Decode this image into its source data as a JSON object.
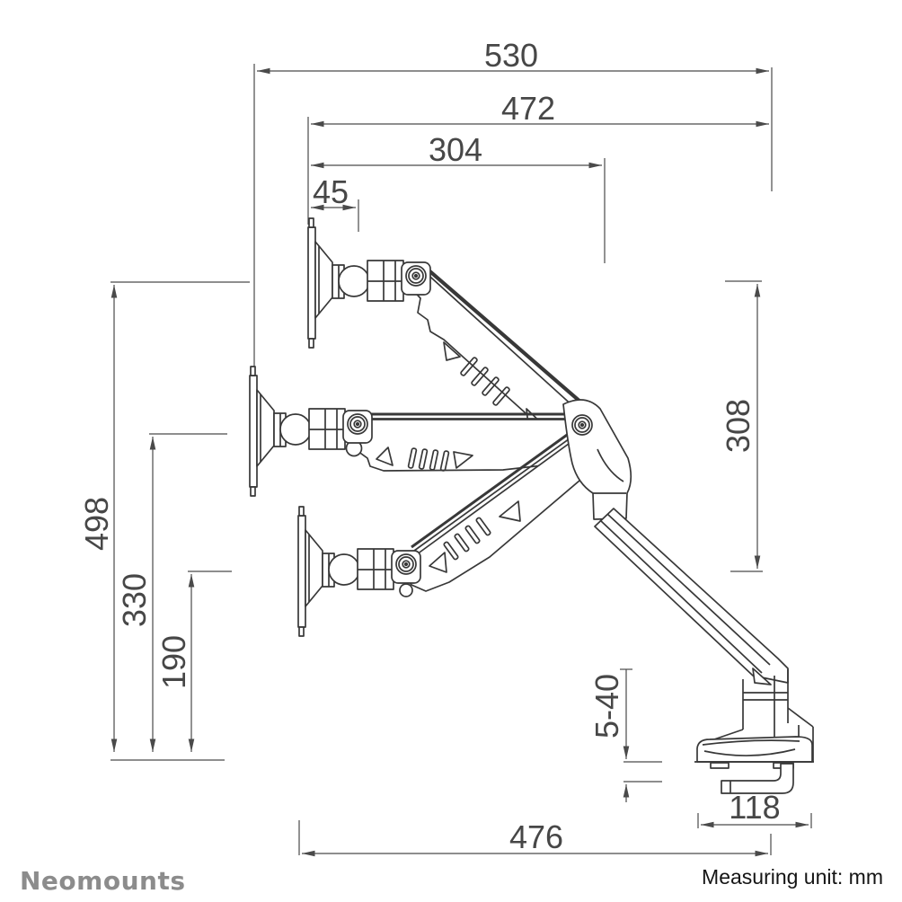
{
  "page": {
    "background": "#ffffff"
  },
  "branding": {
    "logo_text": "Neomounts",
    "color": "#8c8c8c"
  },
  "footer": {
    "note": "Measuring unit: mm"
  },
  "drawing": {
    "type": "technical-dimension-drawing",
    "subject": "desk-mounted gas-spring monitor arm, side view, three arm positions",
    "unit": "mm",
    "line_color": "#383838",
    "dimension_color": "#4a4a4a",
    "dimensions": {
      "top": {
        "overall_width": "530",
        "arm_span": "472",
        "front_extension": "304",
        "plate_offset": "45"
      },
      "left": {
        "overall_height": "498",
        "mid_height": "330",
        "low_height": "190"
      },
      "right": {
        "arm_height": "308"
      },
      "bottom": {
        "overall_depth": "476",
        "clamp_depth": "118"
      },
      "clamp_thickness_range": "5-40"
    }
  }
}
